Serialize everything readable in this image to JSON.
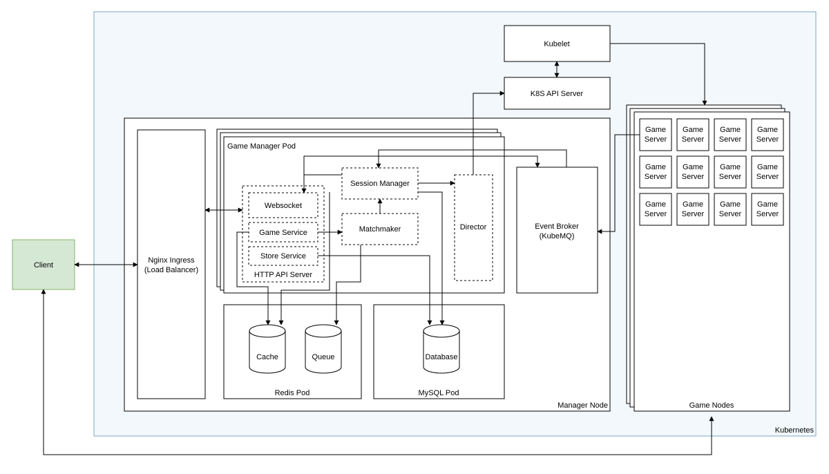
{
  "colors": {
    "kubernetes_bg": "#f2f8fb",
    "kubernetes_border": "#7ea6c0",
    "client_bg": "#d5e8d4",
    "client_border": "#82b366",
    "line": "#000000"
  },
  "labels": {
    "client": "Client",
    "kubernetes": "Kubernetes",
    "kubelet": "Kubelet",
    "k8s_api_server": "K8S API Server",
    "manager_node": "Manager Node",
    "game_nodes": "Game Nodes",
    "nginx_line1": "Nginx Ingress",
    "nginx_line2": "(Load Balancer)",
    "game_manager_pod": "Game Manager Pod",
    "session_manager": "Session Manager",
    "websocket": "Websocket",
    "game_service": "Game Service",
    "store_service": "Store Service",
    "http_api_server": "HTTP API Server",
    "matchmaker": "Matchmaker",
    "director": "Director",
    "event_broker_line1": "Event Broker",
    "event_broker_line2": "(KubeMQ)",
    "redis_pod": "Redis Pod",
    "mysql_pod": "MySQL Pod",
    "cache": "Cache",
    "queue": "Queue",
    "database": "Database"
  },
  "game_servers": [
    {
      "line1": "Game",
      "line2": "Server"
    },
    {
      "line1": "Game",
      "line2": "Server"
    },
    {
      "line1": "Game",
      "line2": "Server"
    },
    {
      "line1": "Game",
      "line2": "Server"
    },
    {
      "line1": "Game",
      "line2": "Server"
    },
    {
      "line1": "Game",
      "line2": "Server"
    },
    {
      "line1": "Game",
      "line2": "Server"
    },
    {
      "line1": "Game",
      "line2": "Server"
    },
    {
      "line1": "Game",
      "line2": "Server"
    },
    {
      "line1": "Game",
      "line2": "Server"
    },
    {
      "line1": "Game",
      "line2": "Server"
    },
    {
      "line1": "Game",
      "line2": "Server"
    }
  ]
}
